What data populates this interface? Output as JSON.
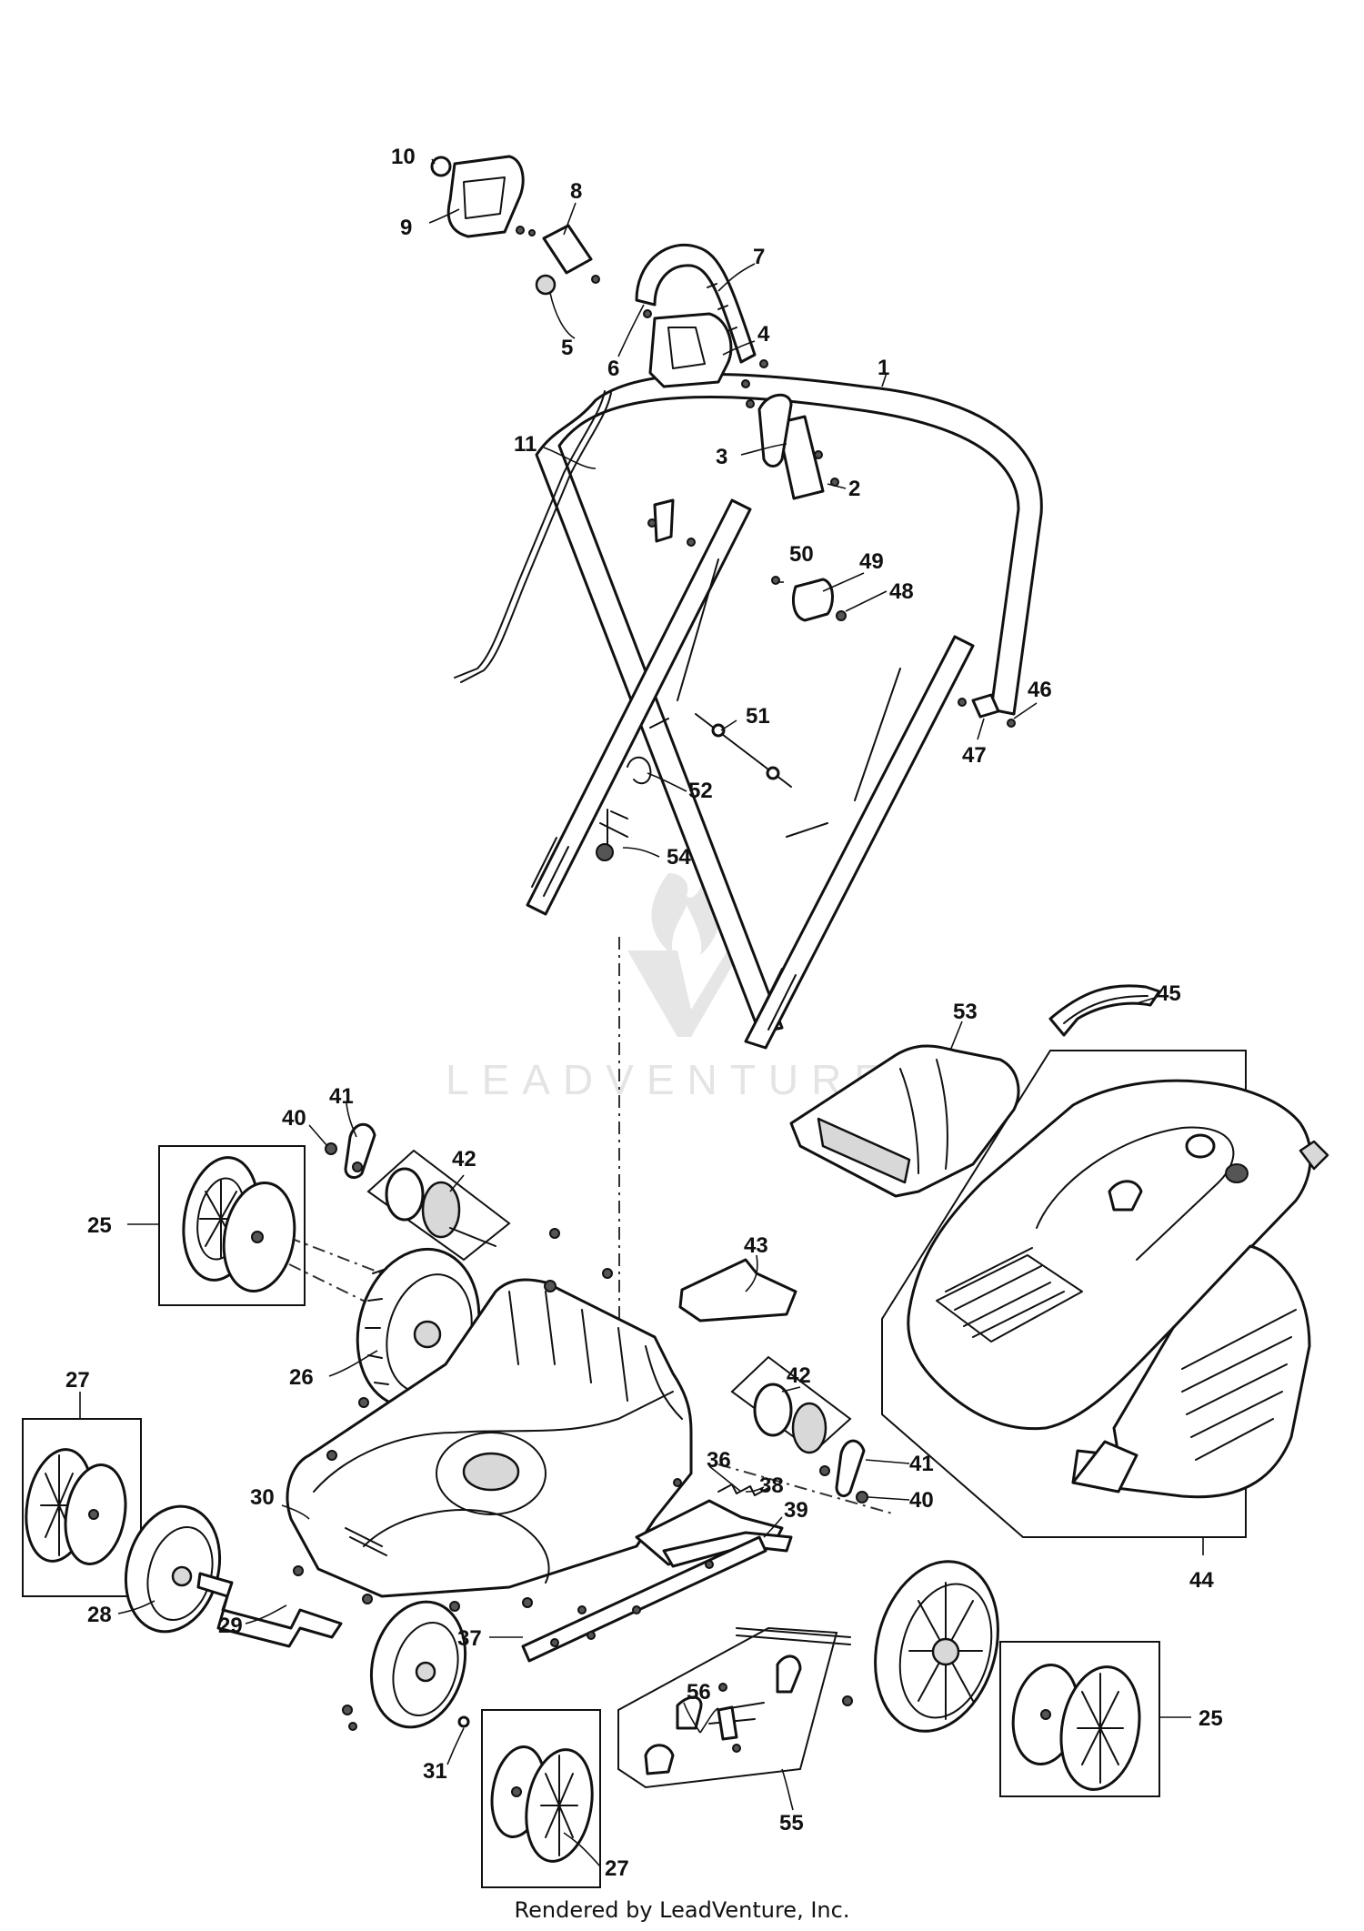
{
  "watermark": {
    "brand_text": "LEADVENTURE"
  },
  "footer": {
    "credit": "Rendered by LeadVenture, Inc."
  },
  "callouts": [
    {
      "id": "c1",
      "label": "1"
    },
    {
      "id": "c2",
      "label": "2"
    },
    {
      "id": "c3",
      "label": "3"
    },
    {
      "id": "c4",
      "label": "4"
    },
    {
      "id": "c5",
      "label": "5"
    },
    {
      "id": "c6",
      "label": "6"
    },
    {
      "id": "c7",
      "label": "7"
    },
    {
      "id": "c8",
      "label": "8"
    },
    {
      "id": "c9",
      "label": "9"
    },
    {
      "id": "c10",
      "label": "10"
    },
    {
      "id": "c11",
      "label": "11"
    },
    {
      "id": "c25a",
      "label": "25"
    },
    {
      "id": "c25b",
      "label": "25"
    },
    {
      "id": "c26",
      "label": "26"
    },
    {
      "id": "c27a",
      "label": "27"
    },
    {
      "id": "c27b",
      "label": "27"
    },
    {
      "id": "c28",
      "label": "28"
    },
    {
      "id": "c29",
      "label": "29"
    },
    {
      "id": "c30",
      "label": "30"
    },
    {
      "id": "c31",
      "label": "31"
    },
    {
      "id": "c36",
      "label": "36"
    },
    {
      "id": "c37",
      "label": "37"
    },
    {
      "id": "c38",
      "label": "38"
    },
    {
      "id": "c39",
      "label": "39"
    },
    {
      "id": "c40a",
      "label": "40"
    },
    {
      "id": "c40b",
      "label": "40"
    },
    {
      "id": "c41a",
      "label": "41"
    },
    {
      "id": "c41b",
      "label": "41"
    },
    {
      "id": "c42a",
      "label": "42"
    },
    {
      "id": "c42b",
      "label": "42"
    },
    {
      "id": "c43",
      "label": "43"
    },
    {
      "id": "c44",
      "label": "44"
    },
    {
      "id": "c45",
      "label": "45"
    },
    {
      "id": "c46",
      "label": "46"
    },
    {
      "id": "c47",
      "label": "47"
    },
    {
      "id": "c48",
      "label": "48"
    },
    {
      "id": "c49",
      "label": "49"
    },
    {
      "id": "c50",
      "label": "50"
    },
    {
      "id": "c51",
      "label": "51"
    },
    {
      "id": "c52",
      "label": "52"
    },
    {
      "id": "c53",
      "label": "53"
    },
    {
      "id": "c54",
      "label": "54"
    },
    {
      "id": "c55",
      "label": "55"
    },
    {
      "id": "c56",
      "label": "56"
    }
  ]
}
